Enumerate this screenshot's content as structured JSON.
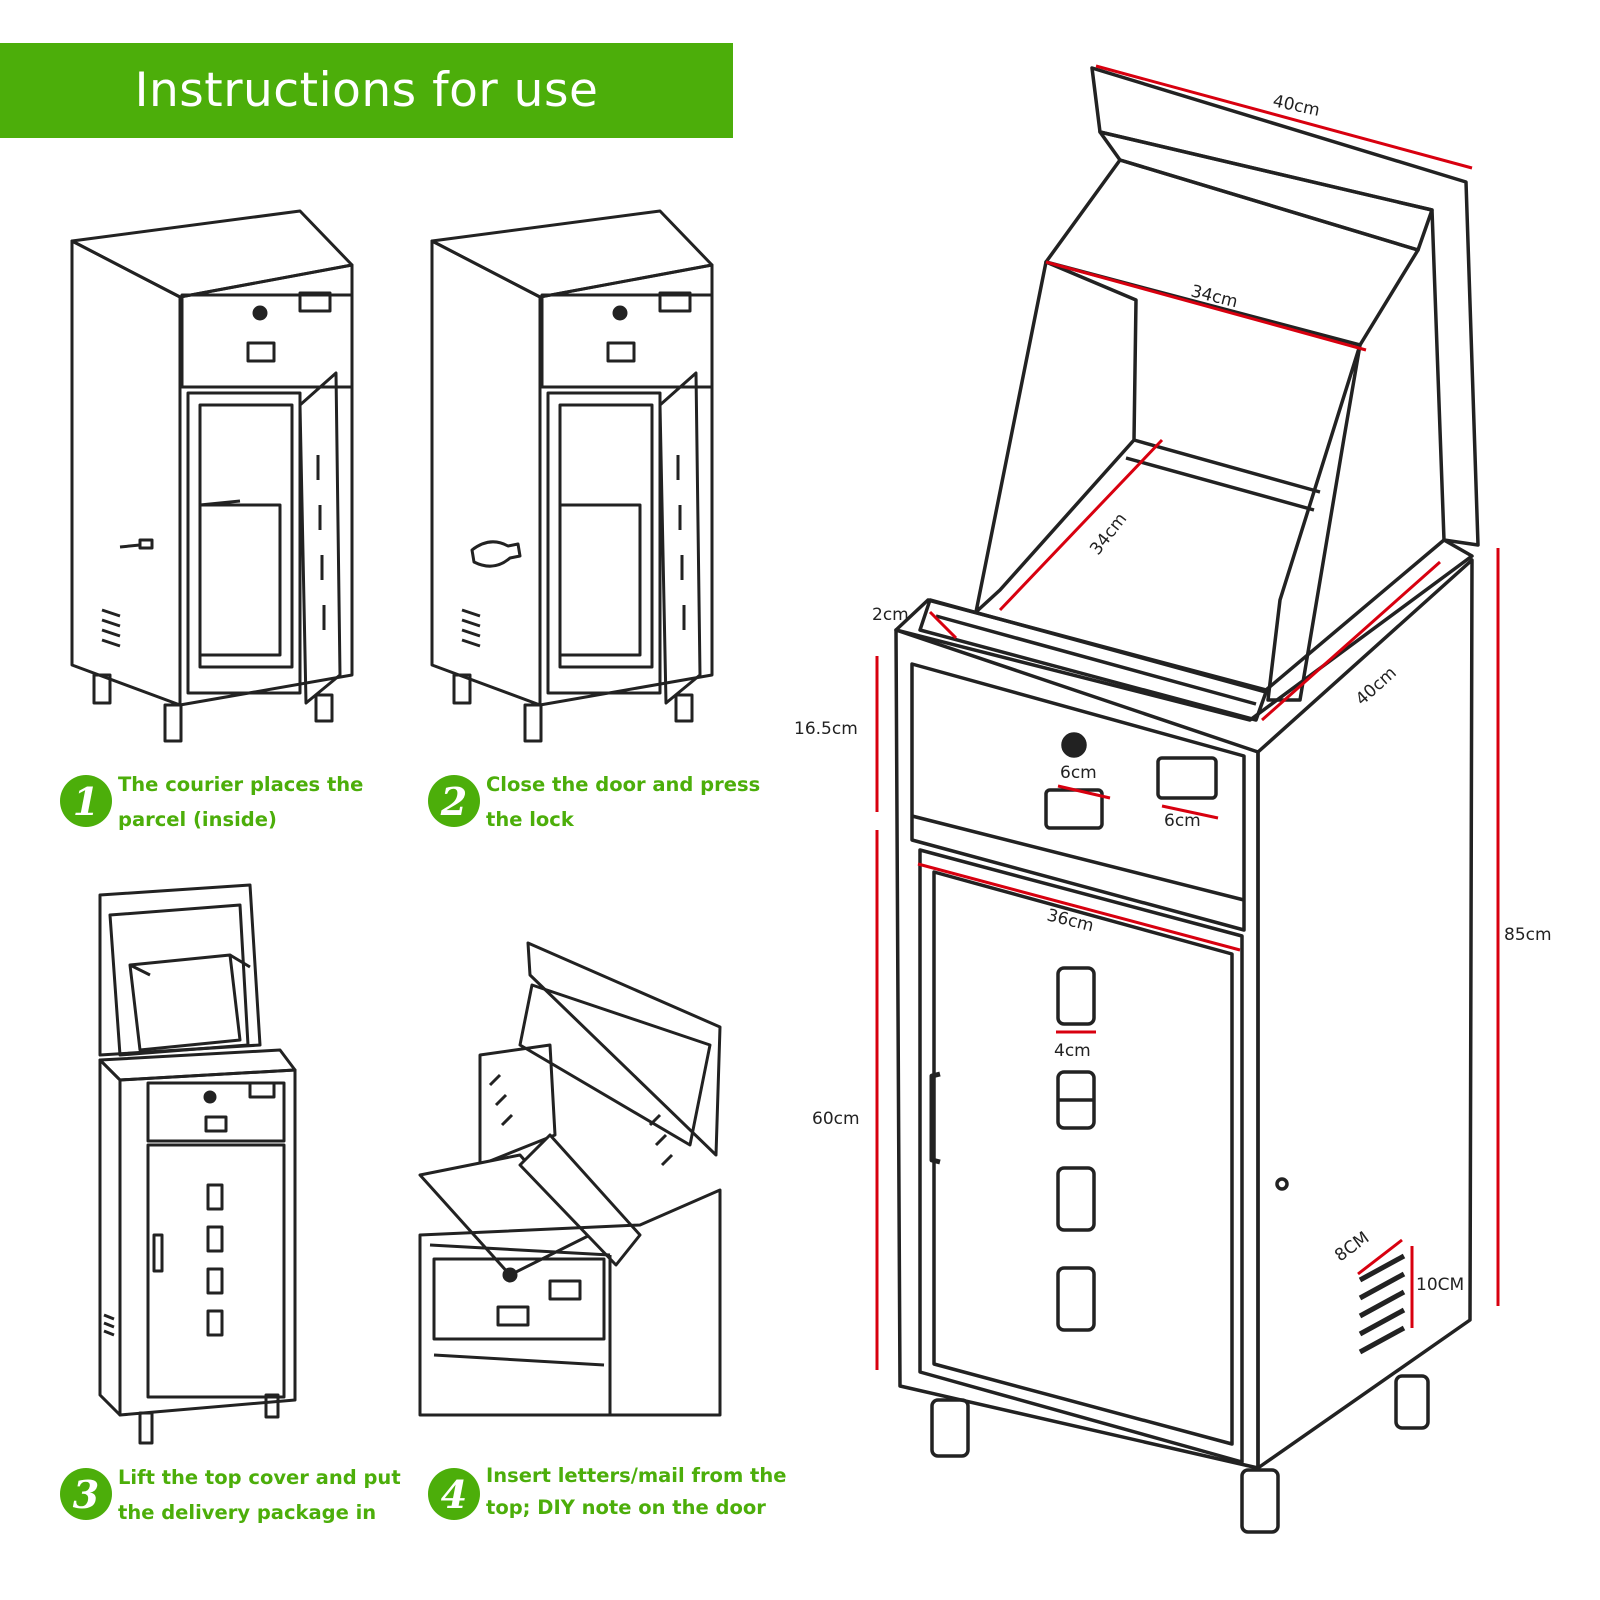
{
  "banner": {
    "title": "Instructions for use"
  },
  "accent_color": "#4cae0a",
  "dimension_color": "#d8000f",
  "steps": [
    {
      "number": "1",
      "line1": "The courier places the",
      "line2": "parcel (inside)"
    },
    {
      "number": "2",
      "line1": "Close the door and press",
      "line2": "the lock"
    },
    {
      "number": "3",
      "line1": "Lift the top cover and put",
      "line2": "the delivery package in"
    },
    {
      "number": "4",
      "line1": "Insert letters/mail from the",
      "line2": "top; DIY note on the door"
    }
  ],
  "dimensions": {
    "top_width": "40cm",
    "chute_width": "34cm",
    "chute_depth": "34cm",
    "lip": "2cm",
    "side_depth": "40cm",
    "drawer_height": "16.5cm",
    "lock_hole": "6cm",
    "label_slot": "6cm",
    "door_width": "36cm",
    "door_vent": "4cm",
    "door_height": "60cm",
    "total_height": "85cm",
    "side_vent_width": "8CM",
    "side_vent_height": "10CM"
  }
}
